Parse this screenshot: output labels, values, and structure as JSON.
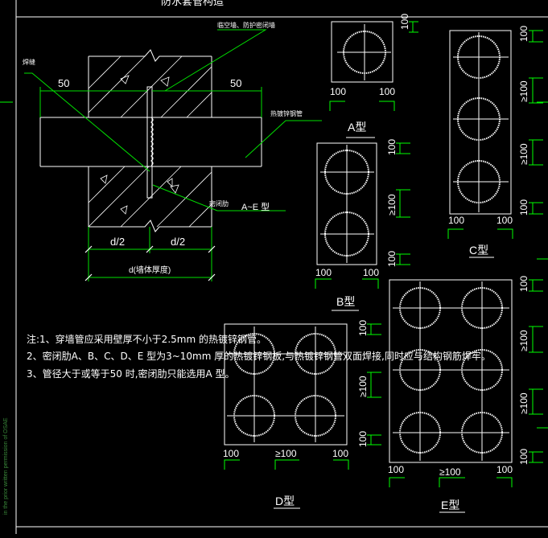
{
  "title_fragment": "防水套管构造",
  "section": {
    "label_top": "临空墙、防护密闭墙",
    "label_weld": "焊缝",
    "label_pipe": "热镀锌钢管",
    "label_seal": "密闭肋",
    "label_seal_type": "A~E  型",
    "dim_left_50": "50",
    "dim_right_50": "50",
    "dim_half_left": "d/2",
    "dim_half_right": "d/2",
    "dim_total": "d(墙体厚度)"
  },
  "plates": {
    "A": {
      "caption": "A型",
      "dim_h": "100",
      "dim_w_left": "100",
      "dim_w_right": "100"
    },
    "B": {
      "caption": "B型",
      "dim_h_top": "100",
      "dim_mid": "≥100",
      "dim_h_bottom": "100",
      "dim_w_left": "100",
      "dim_w_right": "100"
    },
    "C": {
      "caption": "C型",
      "dim_h_top": "100",
      "dim_mid1": "≥100",
      "dim_mid2": "≥100",
      "dim_h_bottom": "100",
      "dim_w_left": "100",
      "dim_w_right": "100"
    },
    "D": {
      "caption": "D型",
      "dim_h_top": "100",
      "dim_mid": "≥100",
      "dim_h_bottom": "100",
      "dim_w_left": "100",
      "dim_w_mid": "≥100",
      "dim_w_right": "100"
    },
    "E": {
      "caption": "E型",
      "dim_h_top": "100",
      "dim_mid1": "≥100",
      "dim_mid2": "≥100",
      "dim_h_bottom": "100",
      "dim_w_left": "100",
      "dim_w_mid": "≥100",
      "dim_w_right": "100"
    }
  },
  "notes": [
    "注:1、穿墙管应采用壁厚不小于2.5mm 的热镀锌钢管。",
    "2、密闭肋A、B、C、D、E 型为3~10mm 厚的热镀锌钢板,与热镀锌钢管双面焊接,同时应与结构钢筋焊牢。",
    "3、管径大于或等于50 时,密闭肋只能选用A 型。"
  ],
  "side_text": "in the prior written permission of OSAE",
  "colors": {
    "frame": "#ffffff",
    "dim": "#00ff00",
    "leader": "#00e000",
    "hatch": "#ffffff"
  }
}
